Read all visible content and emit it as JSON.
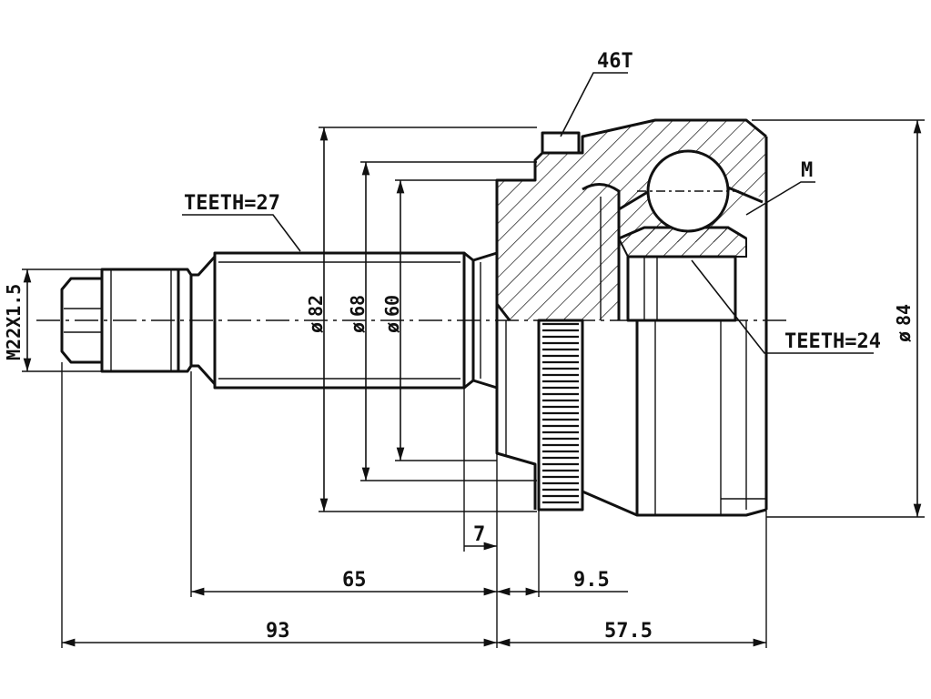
{
  "labels": {
    "thread": "M22X1.5",
    "teeth_outer_shaft": "TEETH=27",
    "abs_ring": "46T",
    "marker_m": "M",
    "teeth_inner": "TEETH=24",
    "dia_82": "82",
    "dia_68": "68",
    "dia_60": "60",
    "dia_84": "84",
    "dia_symbol": "ø",
    "dim_7": "7",
    "dim_65": "65",
    "dim_9_5": "9.5",
    "dim_93": "93",
    "dim_57_5": "57.5"
  }
}
